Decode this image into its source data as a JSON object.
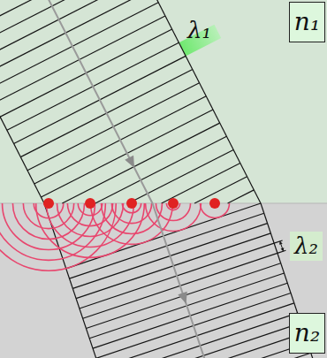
{
  "diagram": {
    "nodes": [
      {
        "text": [
          "n₁"
        ]
      },
      {
        "text": [
          "n₂"
        ]
      }
    ],
    "labels": [
      "λ₁",
      "λ₂"
    ]
  }
}
